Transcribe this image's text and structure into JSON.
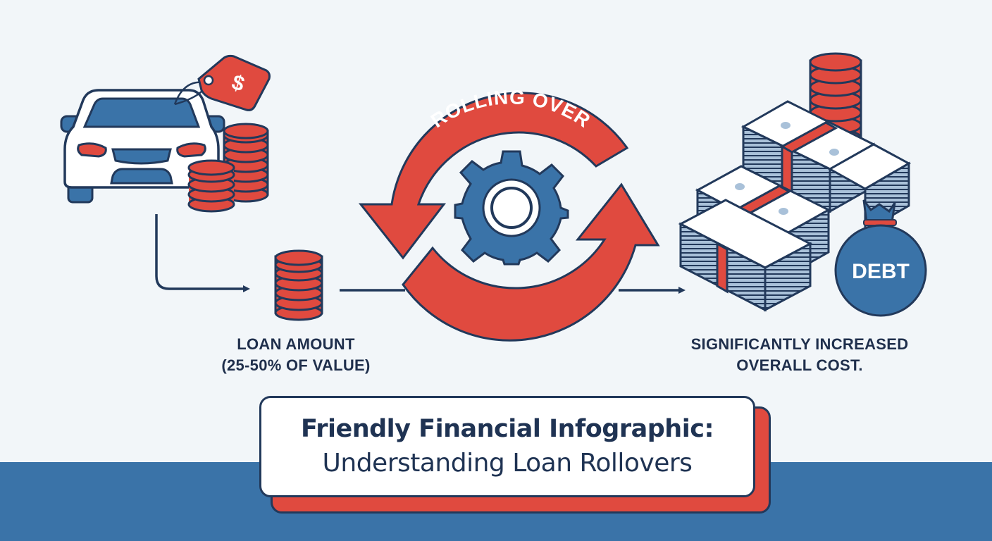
{
  "colors": {
    "background": "#f2f6f9",
    "accent_red": "#e04a3f",
    "primary_blue": "#3a73a8",
    "outline_navy": "#22395b",
    "text_dark": "#1f2f4c"
  },
  "icons": {
    "car": "car-icon",
    "price_tag": "price-tag-icon",
    "coin_stacks": "coin-stack-icon",
    "rollover_arrows": "circular-arrows-icon",
    "gear": "gear-icon",
    "cash_stacks": "cash-stack-icon",
    "debt_bag": "money-bag-icon"
  },
  "car_section": {
    "price_tag_symbol": "$"
  },
  "rollover": {
    "label": "ROLLING OVER"
  },
  "loan": {
    "label_line1": "LOAN AMOUNT",
    "label_line2": "(25-50% OF VALUE)"
  },
  "outcome": {
    "bag_label": "DEBT",
    "label_line1": "SIGNIFICANTLY INCREASED",
    "label_line2": "OVERALL COST."
  },
  "title": {
    "line1": "Friendly Financial Infographic:",
    "line2": "Understanding Loan Rollovers"
  }
}
